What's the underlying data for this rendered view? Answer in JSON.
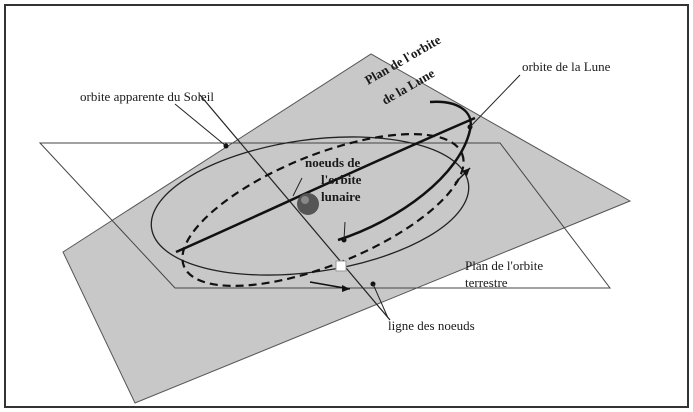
{
  "labels": {
    "moon_orbit_plane_1": "Plan de l'orbite",
    "moon_orbit_plane_2": "de la Lune",
    "moon_orbit": "orbite de la Lune",
    "apparent_sun_orbit": "orbite apparente du Soleil",
    "nodes_1": "noeuds de",
    "nodes_2": "l'orbite",
    "nodes_3": "lunaire",
    "earth_orbit_plane_1": "Plan de l'orbite",
    "earth_orbit_plane_2": "terrestre",
    "line_of_nodes": "ligne des noeuds"
  },
  "colors": {
    "plane_fill": "#c8c8c8",
    "line": "#222222",
    "frame": "#333333"
  }
}
